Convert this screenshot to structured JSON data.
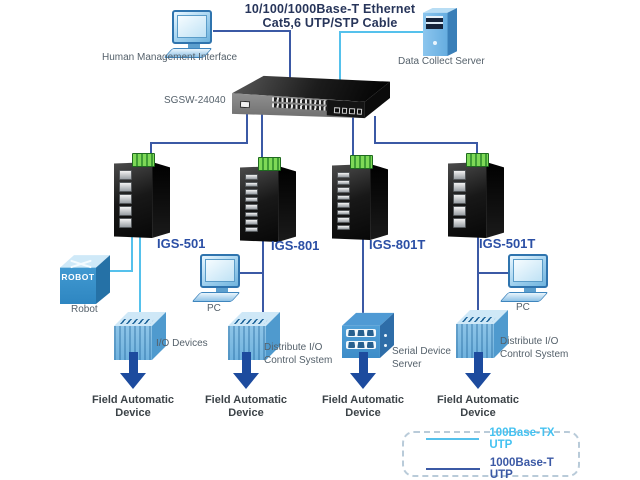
{
  "title": {
    "line1": "10/100/1000Base-T Ethernet",
    "line2": "Cat5,6 UTP/STP Cable"
  },
  "top_devices": {
    "hmi_label": "Human Management Interface",
    "server_label": "Data Collect Server",
    "core_switch_label": "SGSW-24040"
  },
  "switches": [
    {
      "label": "IGS-501",
      "ports": 5
    },
    {
      "label": "IGS-801",
      "ports": 8
    },
    {
      "label": "IGS-801T",
      "ports": 8
    },
    {
      "label": "IGS-501T",
      "ports": 5
    }
  ],
  "end_devices": {
    "robot_face": "ROBOT",
    "robot_label": "Robot",
    "pc_label_1": "PC",
    "pc_label_2": "PC",
    "io_label": "I/O Devices",
    "dist_io_line1": "Distribute I/O",
    "dist_io_line2": "Control System",
    "serial_line1": "Serial Device",
    "serial_line2": "Server"
  },
  "field_device": {
    "line1": "Field Automatic",
    "line2": "Device"
  },
  "legend": {
    "items": [
      {
        "label": "100Base-TX UTP",
        "color": "#55c1ec"
      },
      {
        "label": "1000Base-T UTP",
        "color": "#3b59a5"
      }
    ]
  },
  "colors": {
    "cable_100base": "#55c1ec",
    "cable_1000base": "#3b59a5",
    "arrow": "#1d4b9e"
  }
}
